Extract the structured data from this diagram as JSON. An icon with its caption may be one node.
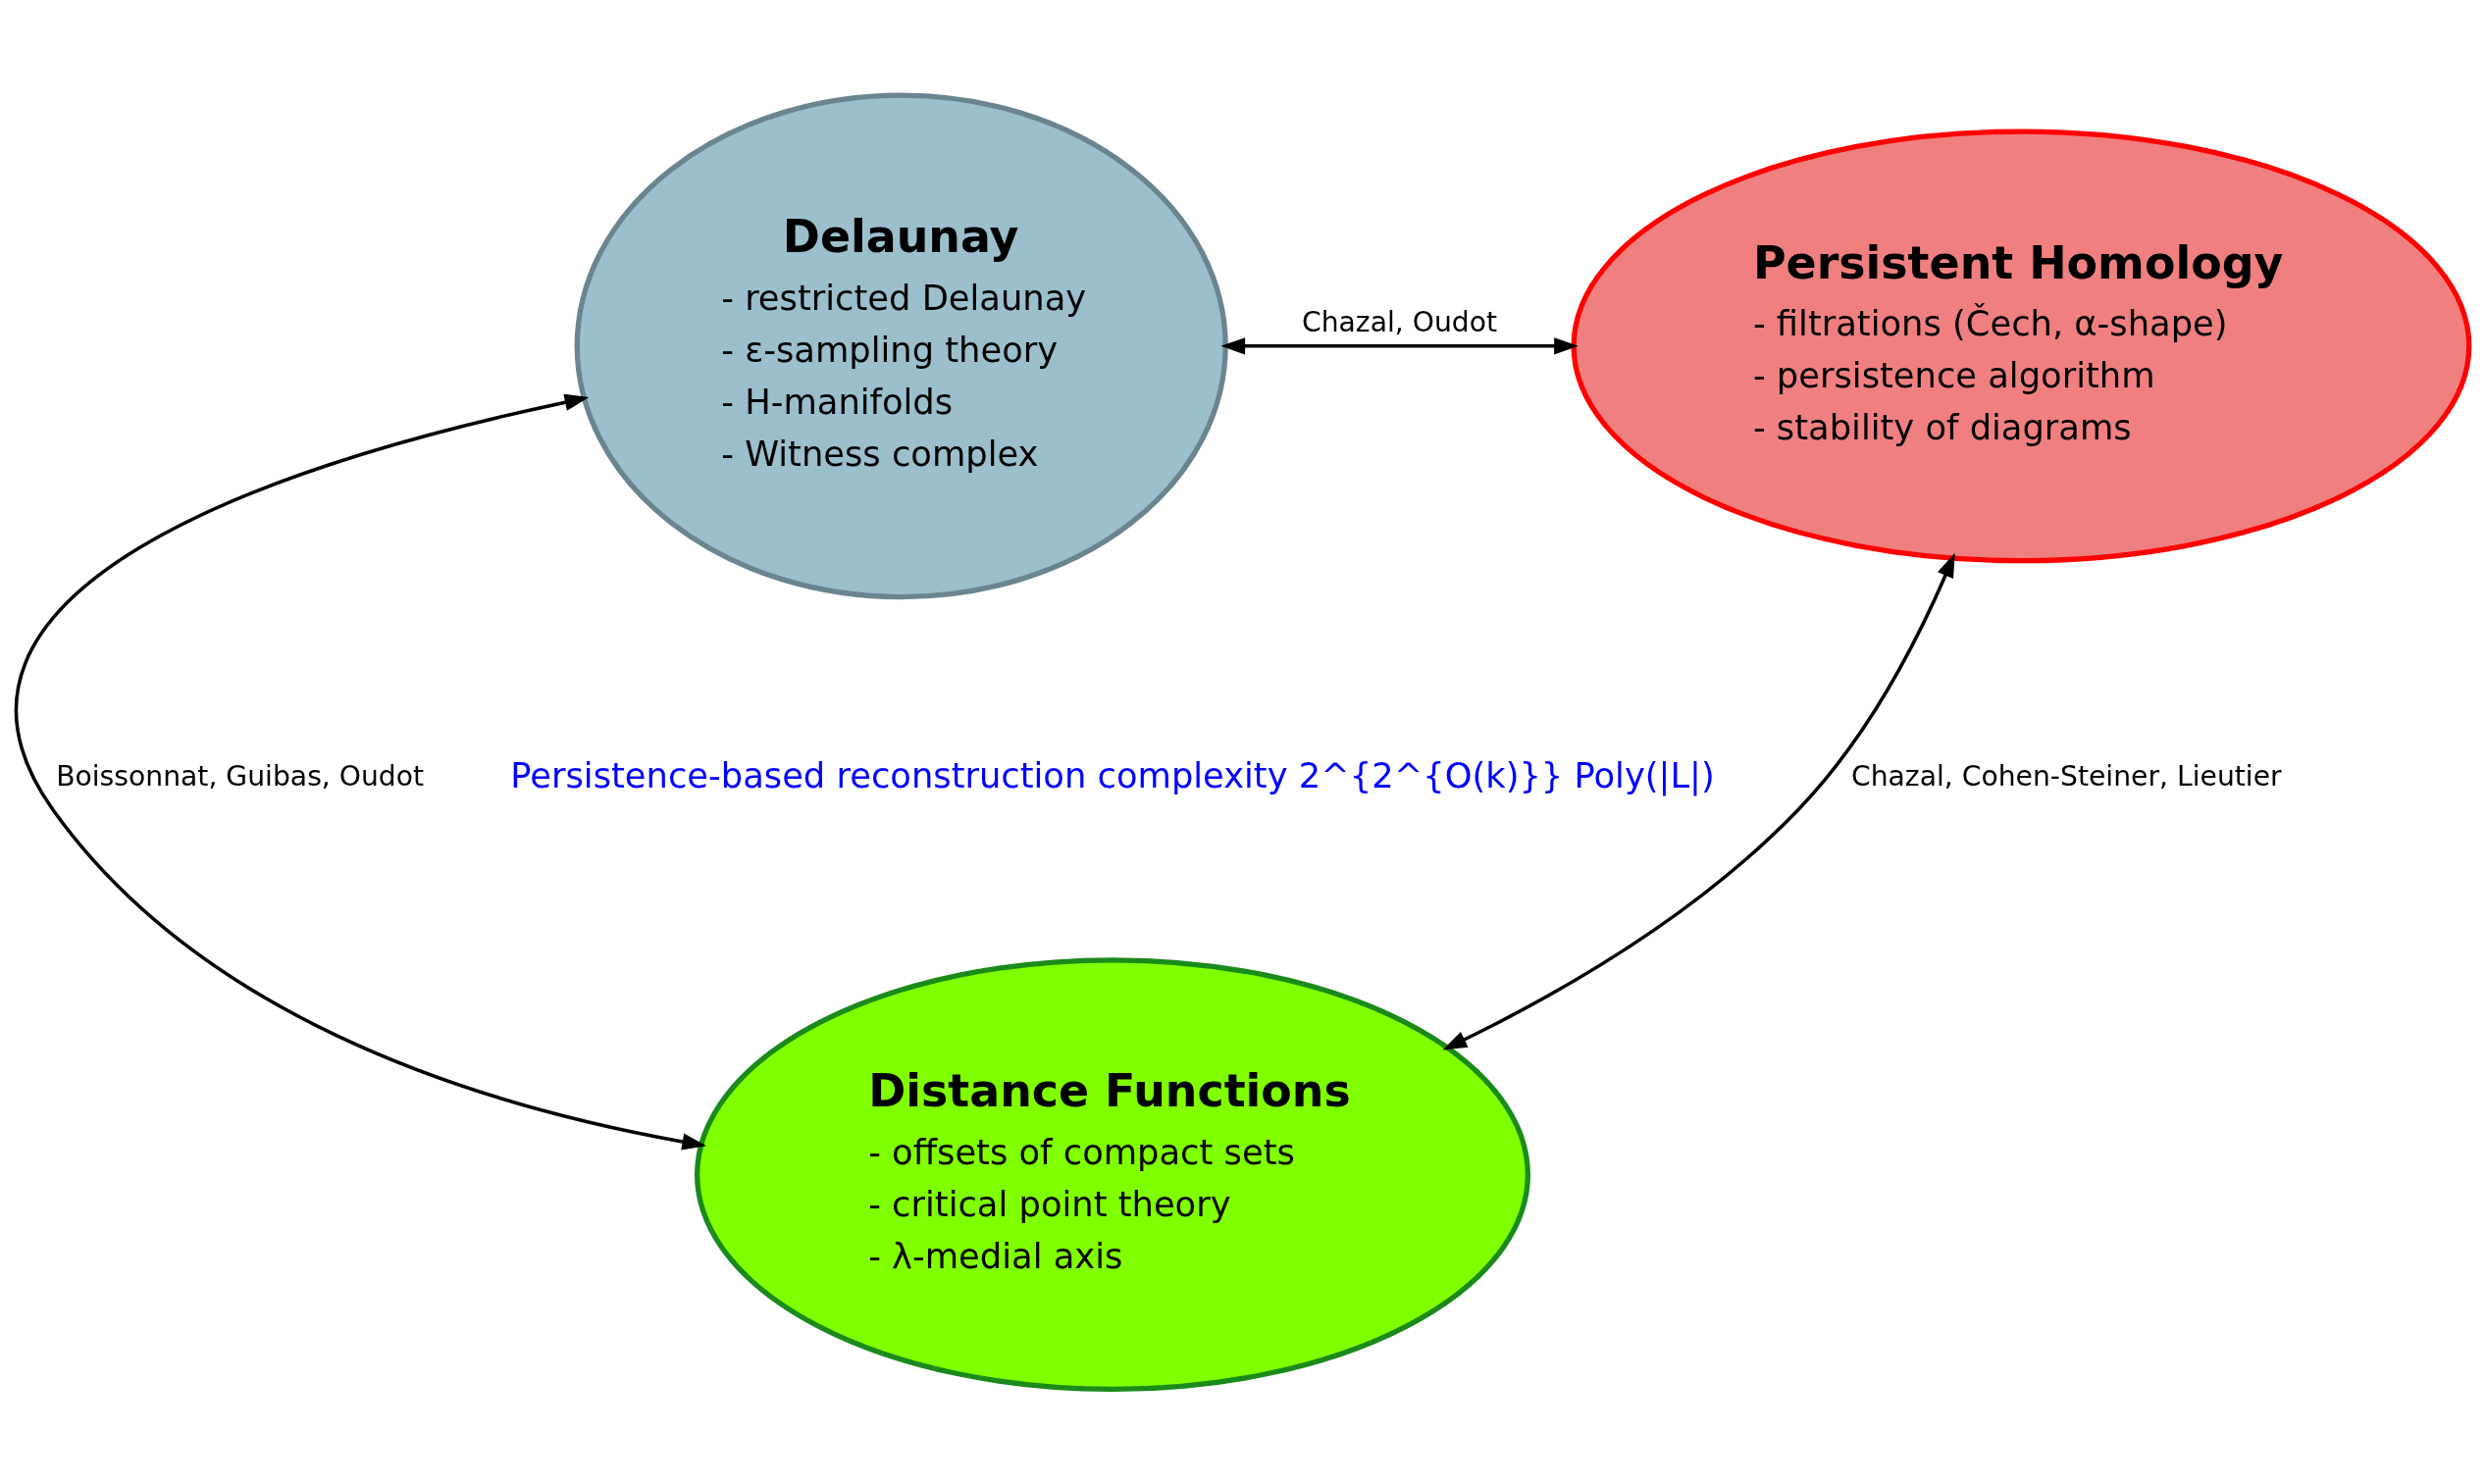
{
  "diagram": {
    "nodes": [
      {
        "text": [
          "Delaunay",
          "- restricted Delaunay",
          "- ε-sampling theory",
          "- H-manifolds",
          "- Witness complex"
        ]
      },
      {
        "text": [
          "Persistent Homology",
          "- filtrations (Čech, α-shape)",
          "- persistence algorithm",
          "- stability of diagrams"
        ]
      },
      {
        "text": [
          "Distance Functions",
          "- offsets of compact sets",
          "- critical point theory",
          "- λ-medial axis"
        ]
      }
    ],
    "edges": [
      {
        "from": 0,
        "to": 1,
        "arrow": "both",
        "label": "Chazal, Oudot"
      },
      {
        "from": 0,
        "to": 2,
        "arrow": "both",
        "label": "Boissonnat, Guibas, Oudot"
      },
      {
        "from": 1,
        "to": 2,
        "arrow": "both",
        "label": "Chazal, Cohen-Steiner, Lieutier"
      }
    ],
    "labels": [
      "Persistence-based reconstruction complexity 2^{2^{O(k)}} Poly(|L|)"
    ]
  }
}
